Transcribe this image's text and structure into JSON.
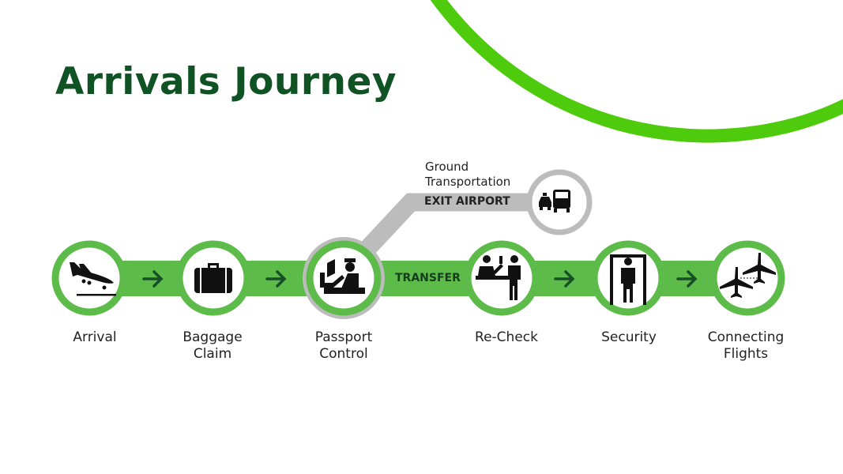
{
  "title": "Arrivals Journey",
  "colors": {
    "title": "#0f5223",
    "accent_arc": "#4ecb0c",
    "band": "#5dbb4a",
    "exit_band": "#bcbcbc",
    "arrow": "#174f25",
    "icon": "#111111"
  },
  "steps": [
    {
      "id": "arrival",
      "label_lines": [
        "Arrival"
      ],
      "icon": "plane-landing-icon"
    },
    {
      "id": "baggage-claim",
      "label_lines": [
        "Baggage",
        "Claim"
      ],
      "icon": "suitcase-icon"
    },
    {
      "id": "passport-control",
      "label_lines": [
        "Passport",
        "Control"
      ],
      "icon": "passport-officer-icon"
    },
    {
      "id": "re-check",
      "label_lines": [
        "Re-Check"
      ],
      "icon": "check-in-desk-icon"
    },
    {
      "id": "security",
      "label_lines": [
        "Security"
      ],
      "icon": "security-scanner-icon"
    },
    {
      "id": "connecting-flights",
      "label_lines": [
        "Connecting",
        "Flights"
      ],
      "icon": "connecting-planes-icon"
    }
  ],
  "connectors": [
    "arrow",
    "arrow",
    "TRANSFER",
    "arrow",
    "arrow"
  ],
  "transfer_label": "TRANSFER",
  "exit_branch": {
    "title_lines": [
      "Ground",
      "Transportation"
    ],
    "label": "EXIT AIRPORT",
    "icon": "taxi-bus-icon"
  }
}
